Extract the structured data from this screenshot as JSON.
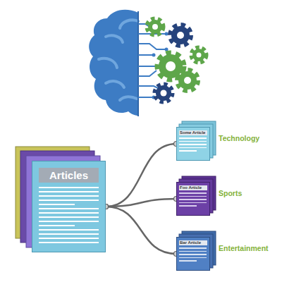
{
  "diagram": {
    "nodes": [
      {
        "text": [
          "Articles"
        ]
      },
      {
        "text": [
          "Some Article",
          "Technology"
        ]
      },
      {
        "text": [
          "Foo Article",
          "Sports"
        ]
      },
      {
        "text": [
          "Bar Article",
          "Entertainment"
        ]
      }
    ],
    "edges": [
      {
        "from": 0,
        "to": 1,
        "arrow": "none"
      },
      {
        "from": 0,
        "to": 2,
        "arrow": "none"
      },
      {
        "from": 0,
        "to": 3,
        "arrow": "none"
      }
    ]
  }
}
